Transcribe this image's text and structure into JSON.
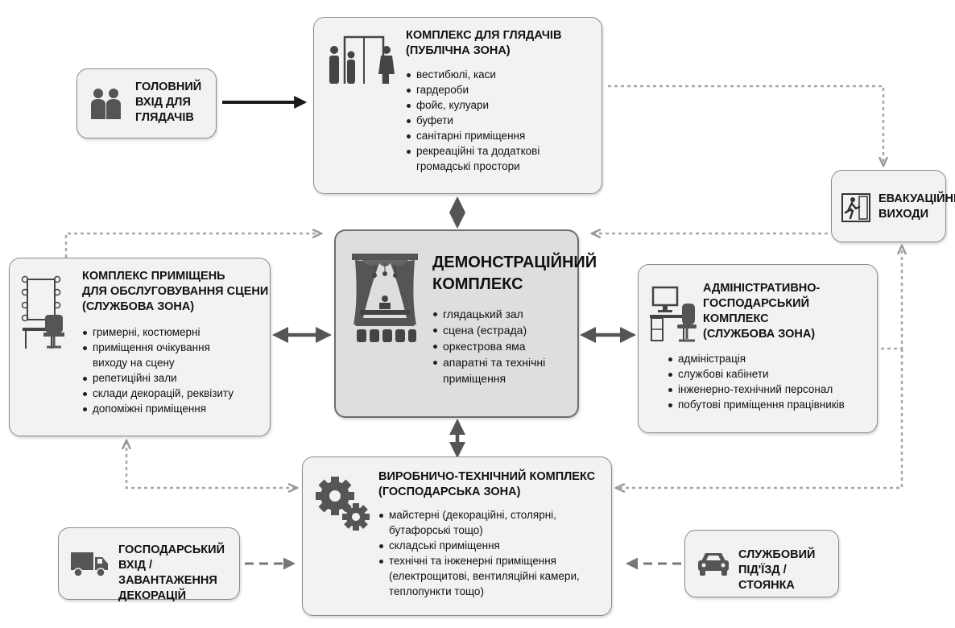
{
  "audience_complex": {
    "title_lines": [
      "КОМПЛЕКС ДЛЯ ГЛЯДАЧІВ",
      "(ПУБЛІЧНА ЗОНА)"
    ],
    "items": [
      "вестибюлі, каси",
      "гардероби",
      "фойє, кулуари",
      "буфети",
      "санітарні приміщення",
      "рекреаційні та додаткові громадські простори"
    ],
    "icon": "people-doorway-icon"
  },
  "main_entrance": {
    "lines": [
      "ГОЛОВНИЙ",
      "ВХІД ДЛЯ",
      "ГЛЯДАЧІВ"
    ],
    "icon": "people-icon"
  },
  "evacuation_exits": {
    "lines": [
      "ЕВАКУАЦІЙНІ",
      "ВИХОДИ"
    ],
    "icon": "emergency-exit-icon"
  },
  "demonstration_complex": {
    "title_lines": [
      "ДЕМОНСТРАЦІЙНИЙ",
      "КОМПЛЕКС"
    ],
    "items": [
      "глядацький зал",
      "сцена (естрада)",
      "оркестрова яма",
      "апаратні та технічні приміщення"
    ],
    "icon": "theater-stage-icon"
  },
  "stage_service_complex": {
    "title_lines": [
      "КОМПЛЕКС ПРИМІЩЕНЬ",
      "ДЛЯ ОБСЛУГОВУВАННЯ СЦЕНИ",
      "(СЛУЖБОВА ЗОНА)"
    ],
    "items": [
      "гримерні, костюмерні",
      "приміщення очікування виходу на сцену",
      "репетиційні зали",
      "склади декорацій, реквізиту",
      "допоміжні приміщення"
    ],
    "icon": "makeup-mirror-icon"
  },
  "admin_complex": {
    "title_lines": [
      "АДМІНІСТРАТИВНО-",
      "ГОСПОДАРСЬКИЙ КОМПЛЕКС",
      "(СЛУЖБОВА ЗОНА)"
    ],
    "items": [
      "адміністрація",
      "службові кабінети",
      "інженерно-технічний персонал",
      "побутові приміщення працівників"
    ],
    "icon": "office-desk-icon"
  },
  "production_complex": {
    "title_lines": [
      "ВИРОБНИЧО-ТЕХНІЧНИЙ КОМПЛЕКС",
      "(ГОСПОДАРСЬКА ЗОНА)"
    ],
    "items": [
      "майстерні (декораційні, столярні, бутафорські тощо)",
      "складські приміщення",
      "технічні та інженерні приміщення (електрощитові, вентиляційні камери, теплопункти тощо)"
    ],
    "icon": "gears-icon"
  },
  "service_entrance": {
    "lines": [
      "ГОСПОДАРСЬКИЙ",
      "ВХІД / ЗАВАНТАЖЕННЯ",
      "ДЕКОРАЦІЙ"
    ],
    "icon": "truck-icon"
  },
  "staff_access": {
    "lines": [
      "СЛУЖБОВИЙ",
      "ПІД'ЇЗД / СТОЯНКА"
    ],
    "icon": "car-icon"
  },
  "colors": {
    "box_fill": "#f2f2f2",
    "center_fill": "#dedede",
    "solid_arrow": "#555555",
    "dashed_arrow": "#a8a8a8"
  }
}
